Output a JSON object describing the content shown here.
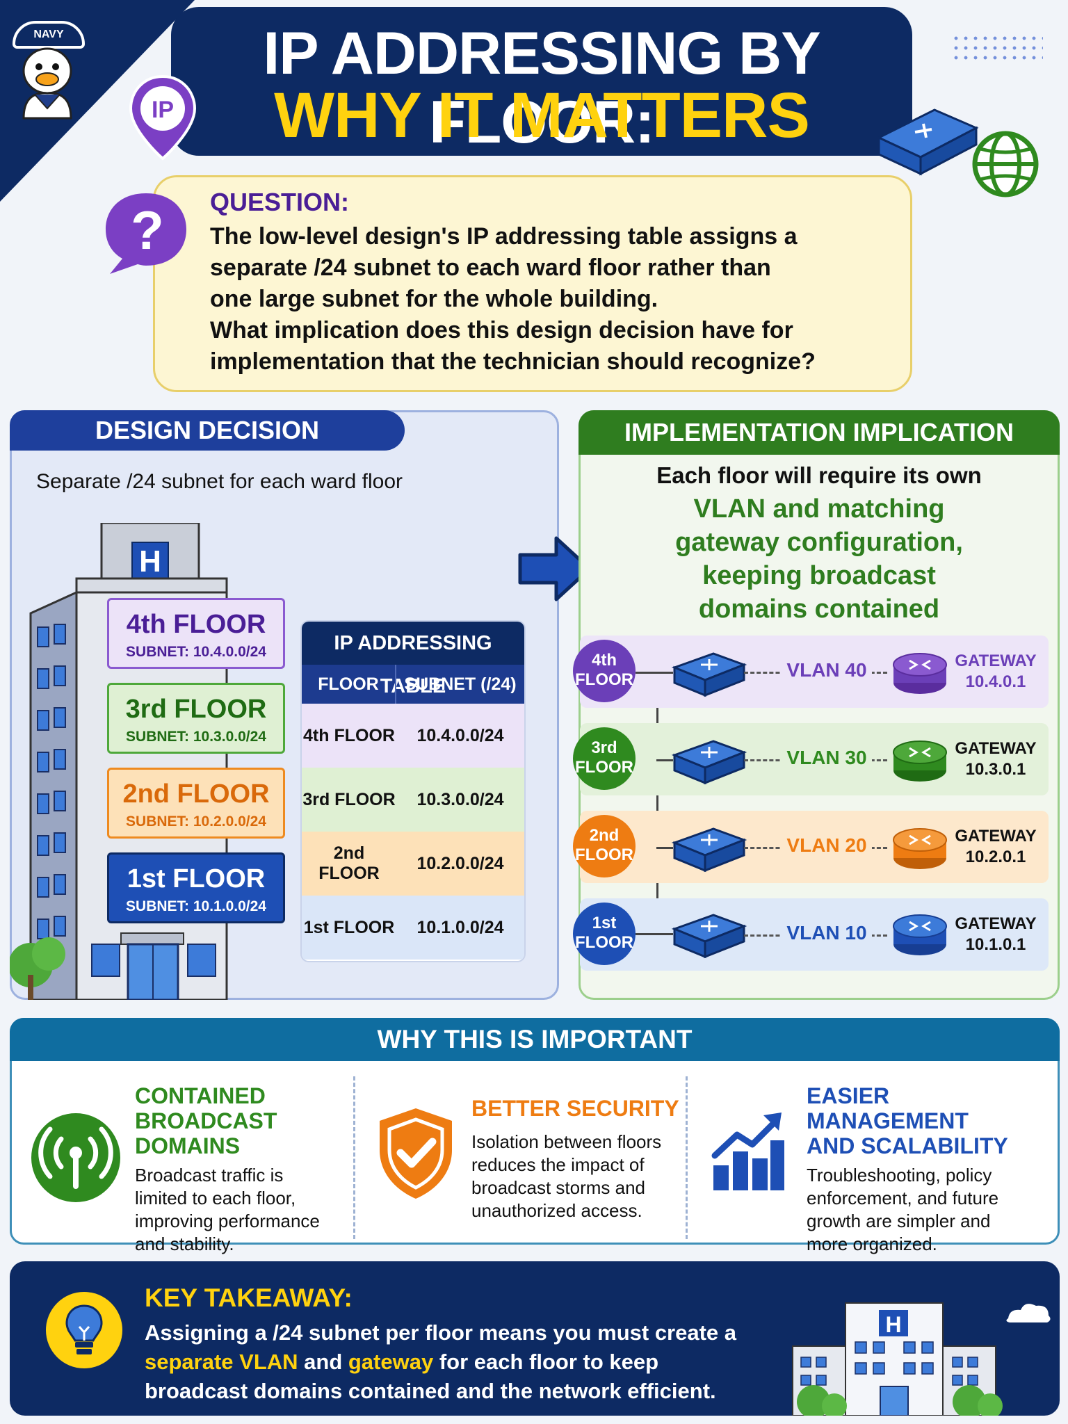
{
  "header": {
    "mascot_cap": "NAVY",
    "ip_badge": "IP",
    "title_line1": "IP ADDRESSING BY FLOOR:",
    "title_line2": "WHY IT MATTERS"
  },
  "question": {
    "label": "QUESTION:",
    "line1": "The low-level design's IP addressing table assigns a",
    "line2": "separate /24 subnet to each ward floor rather than",
    "line3": "one large subnet for the whole building.",
    "line4": "What implication does this design decision have for",
    "line5": "implementation that the technician should recognize?"
  },
  "design_decision": {
    "heading": "DESIGN DECISION",
    "subtitle": "Separate /24 subnet for each ward floor",
    "building_sign": "H",
    "floors": [
      {
        "name": "4th FLOOR",
        "subnet": "SUBNET: 10.4.0.0/24"
      },
      {
        "name": "3rd FLOOR",
        "subnet": "SUBNET: 10.3.0.0/24"
      },
      {
        "name": "2nd FLOOR",
        "subnet": "SUBNET: 10.2.0.0/24"
      },
      {
        "name": "1st FLOOR",
        "subnet": "SUBNET: 10.1.0.0/24"
      }
    ],
    "table": {
      "title": "IP ADDRESSING TABLE",
      "col_floor": "FLOOR",
      "col_subnet": "SUBNET (/24)",
      "rows": [
        {
          "floor": "4th FLOOR",
          "subnet": "10.4.0.0/24"
        },
        {
          "floor": "3rd FLOOR",
          "subnet": "10.3.0.0/24"
        },
        {
          "floor": "2nd FLOOR",
          "subnet": "10.2.0.0/24"
        },
        {
          "floor": "1st FLOOR",
          "subnet": "10.1.0.0/24"
        }
      ]
    }
  },
  "implementation": {
    "heading": "IMPLEMENTATION IMPLICATION",
    "line1": "Each floor will require its own",
    "line2": "VLAN and matching",
    "line3": "gateway configuration,",
    "line4": "keeping broadcast",
    "line5": "domains contained",
    "rows": [
      {
        "badge_top": "4th",
        "badge_bottom": "FLOOR",
        "vlan": "VLAN 40",
        "gw_label": "GATEWAY",
        "gw_ip": "10.4.0.1"
      },
      {
        "badge_top": "3rd",
        "badge_bottom": "FLOOR",
        "vlan": "VLAN 30",
        "gw_label": "GATEWAY",
        "gw_ip": "10.3.0.1"
      },
      {
        "badge_top": "2nd",
        "badge_bottom": "FLOOR",
        "vlan": "VLAN 20",
        "gw_label": "GATEWAY",
        "gw_ip": "10.2.0.1"
      },
      {
        "badge_top": "1st",
        "badge_bottom": "FLOOR",
        "vlan": "VLAN 10",
        "gw_label": "GATEWAY",
        "gw_ip": "10.1.0.1"
      }
    ]
  },
  "why": {
    "heading": "WHY THIS IS IMPORTANT",
    "items": [
      {
        "title1": "CONTAINED",
        "title2": "BROADCAST DOMAINS",
        "l1": "Broadcast traffic is",
        "l2": "limited to each floor,",
        "l3": "improving performance",
        "l4": "and stability."
      },
      {
        "title1": "BETTER SECURITY",
        "l1": "Isolation between floors",
        "l2": "reduces the impact of",
        "l3": "broadcast storms and",
        "l4": "unauthorized access."
      },
      {
        "title1": "EASIER MANAGEMENT",
        "title2": "AND SCALABILITY",
        "l1": "Troubleshooting, policy",
        "l2": "enforcement, and future",
        "l3": "growth are simpler and",
        "l4": "more organized."
      }
    ]
  },
  "takeaway": {
    "label": "KEY TAKEAWAY:",
    "l1": "Assigning a /24 subnet per floor means you must create a",
    "l2_hl1": "separate VLAN",
    "l2_mid": " and ",
    "l2_hl2": "gateway",
    "l2_end": " for each floor to keep",
    "l3": "broadcast domains contained and the network efficient.",
    "sign": "H"
  },
  "colors": {
    "navy": "#0d2a63",
    "yellow": "#ffd20f",
    "purple": "#6b3fb8",
    "green": "#2f8a1f",
    "orange": "#ee7c12",
    "blue": "#1e4fb5"
  }
}
